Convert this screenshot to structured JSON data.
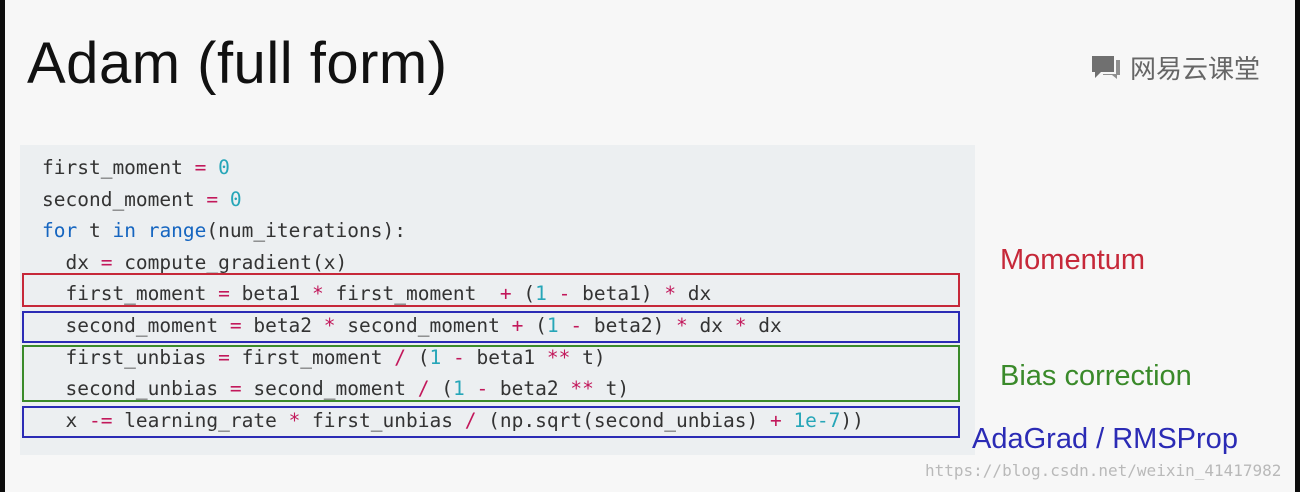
{
  "slide": {
    "title": "Adam (full form)",
    "logo_text": "网易云课堂",
    "watermark": "https://blog.csdn.net/weixin_41417982"
  },
  "code": {
    "l1": [
      "first_moment ",
      "=",
      " ",
      "0"
    ],
    "l2": [
      "second_moment ",
      "=",
      " ",
      "0"
    ],
    "l3": [
      "for",
      " t ",
      "in",
      " ",
      "range",
      "(num_iterations):"
    ],
    "l4": [
      "  dx ",
      "=",
      " compute_gradient(x)"
    ],
    "l5": [
      "  first_moment ",
      "=",
      " beta1 ",
      "*",
      " first_moment  ",
      "+",
      " (",
      "1",
      " ",
      "-",
      " beta1) ",
      "*",
      " dx"
    ],
    "l6": [
      "  second_moment ",
      "=",
      " beta2 ",
      "*",
      " second_moment ",
      "+",
      " (",
      "1",
      " ",
      "-",
      " beta2) ",
      "*",
      " dx ",
      "*",
      " dx"
    ],
    "l7": [
      "  first_unbias ",
      "=",
      " first_moment ",
      "/",
      " (",
      "1",
      " ",
      "-",
      " beta1 ",
      "**",
      " t)"
    ],
    "l8": [
      "  second_unbias ",
      "=",
      " second_moment ",
      "/",
      " (",
      "1",
      " ",
      "-",
      " beta2 ",
      "**",
      " t)"
    ],
    "l9": [
      "  x ",
      "-=",
      " learning_rate ",
      "*",
      " first_unbias ",
      "/",
      " (np.sqrt(second_unbias) ",
      "+",
      " ",
      "1e-7",
      "))"
    ]
  },
  "labels": {
    "momentum": "Momentum",
    "bias_correction": "Bias correction",
    "adagrad_rmsprop": "AdaGrad / RMSProp"
  },
  "colors": {
    "momentum": "#c62839",
    "bias_correction": "#3a8a2a",
    "adagrad_rmsprop": "#2b2bb5",
    "keyword": "#1565c0",
    "number": "#26a6b8",
    "operator": "#c2185b"
  },
  "icons": {
    "logo": "chat-bubble-icon"
  }
}
